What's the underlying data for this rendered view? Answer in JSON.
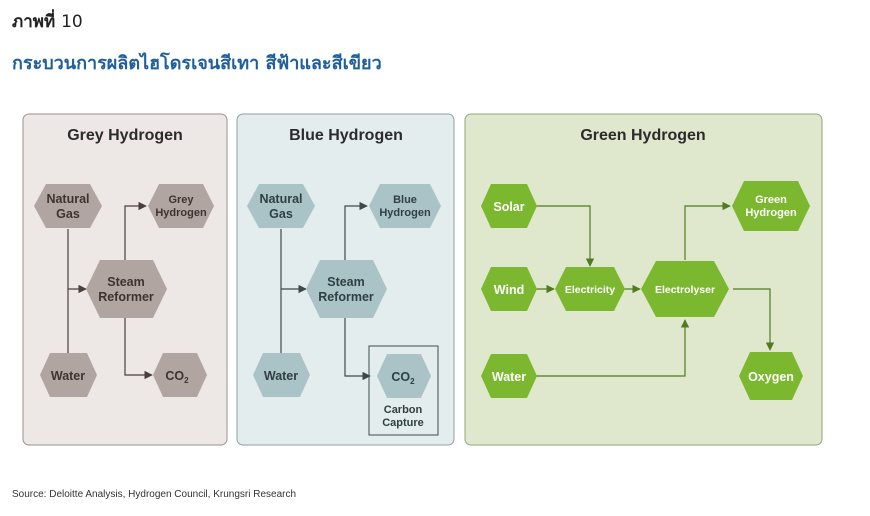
{
  "figure": {
    "label": "ภาพที่",
    "number": "10",
    "title": "กระบวนการผลิตไฮโดรเจนสีเทา สีฟ้าและสีเขียว"
  },
  "panels": {
    "grey": {
      "title": "Grey Hydrogen",
      "natural_gas": [
        "Natural",
        "Gas"
      ],
      "grey_hydrogen": [
        "Grey",
        "Hydrogen"
      ],
      "steam_reformer": [
        "Steam",
        "Reformer"
      ],
      "water": "Water",
      "co2": "CO",
      "co2_sub": "2"
    },
    "blue": {
      "title": "Blue Hydrogen",
      "natural_gas": [
        "Natural",
        "Gas"
      ],
      "blue_hydrogen": [
        "Blue",
        "Hydrogen"
      ],
      "steam_reformer": [
        "Steam",
        "Reformer"
      ],
      "water": "Water",
      "co2": "CO",
      "co2_sub": "2",
      "carbon_capture": [
        "Carbon",
        "Capture"
      ]
    },
    "green": {
      "title": "Green Hydrogen",
      "solar": "Solar",
      "wind": "Wind",
      "water": "Water",
      "electricity": "Electricity",
      "electrolyser": "Electrolyser",
      "green_hydrogen": [
        "Green",
        "Hydrogen"
      ],
      "oxygen": "Oxygen"
    }
  },
  "source": "Source: Deloitte Analysis, Hydrogen Council, Krungsri Research",
  "colors": {
    "grey_panel_bg": "#ede8e6",
    "grey_hex": "#b1a5a1",
    "grey_text": "#3d3330",
    "blue_panel_bg": "#e4edee",
    "blue_hex": "#a9c3c7",
    "blue_text": "#2f3f42",
    "green_panel_bg": "#dfe8cc",
    "green_hex": "#7cb82f",
    "green_text": "#ffffff",
    "green_arrow": "#4e7c1f",
    "title_blue": "#1f5f9c"
  }
}
